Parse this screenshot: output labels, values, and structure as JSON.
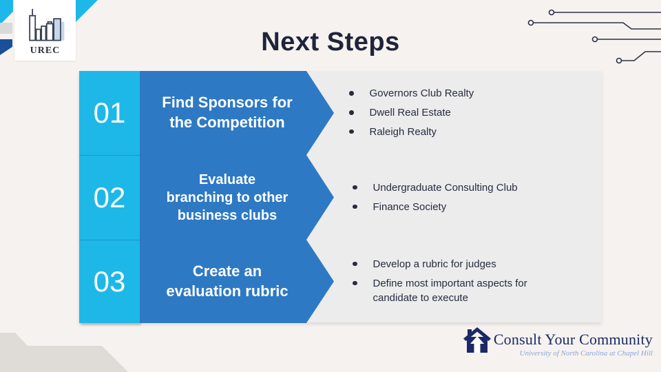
{
  "title": "Next Steps",
  "urec_logo": {
    "label": "UREC"
  },
  "steps": [
    {
      "number": "01",
      "title": "Find Sponsors for\nthe Competition",
      "bullets": [
        "Governors Club Realty",
        "Dwell Real Estate",
        "Raleigh Realty"
      ]
    },
    {
      "number": "02",
      "title": "Evaluate\nbranching to other\nbusiness clubs",
      "bullets": [
        "Undergraduate Consulting Club",
        "Finance Society"
      ]
    },
    {
      "number": "03",
      "title": "Create an\nevaluation rubric",
      "bullets": [
        "Develop a rubric for judges",
        "Define most important aspects for\ncandidate to execute"
      ]
    }
  ],
  "footer": {
    "org": "Consult Your Community",
    "tagline": "University of North Carolina at Chapel Hill"
  },
  "colors": {
    "cyan": "#1eb8e8",
    "blue": "#2e79c4",
    "title_navy": "#20243a",
    "text_navy": "#272c3e",
    "page_bg": "#f6f2ef",
    "panel_gray": "#ececec",
    "decor_gray": "#dfdcd8",
    "stripe_gray": "#d9d9d9",
    "stripe_navy": "#1a4f9b",
    "circuit": "#2a2f45",
    "logo_navy": "#1b2a66",
    "tagline_blue": "#8aa6d6"
  }
}
